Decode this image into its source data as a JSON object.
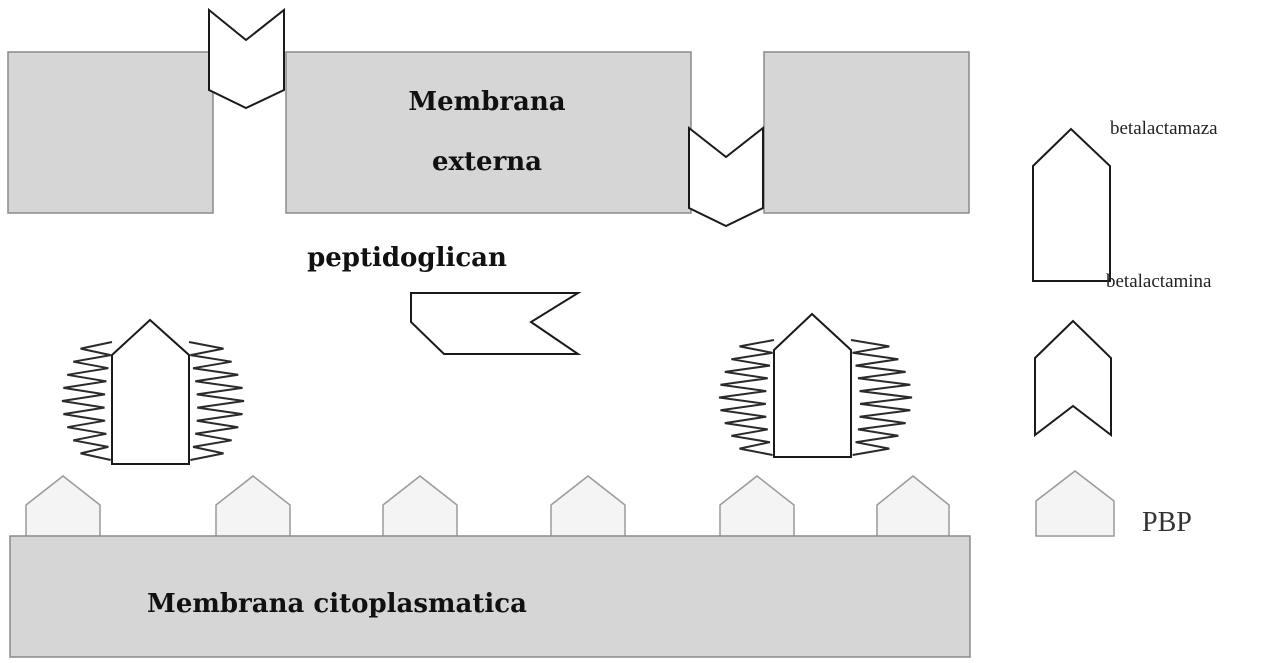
{
  "labels": {
    "outer_membrane_line1": "Membrana",
    "outer_membrane_line2": "externa",
    "peptidoglycan": "peptidoglican",
    "cytoplasmic_membrane": "Membrana citoplasmatica"
  },
  "legend": {
    "betalactamase": "betalactamaza",
    "betalactam": "betalactamina",
    "pbp": "PBP"
  }
}
